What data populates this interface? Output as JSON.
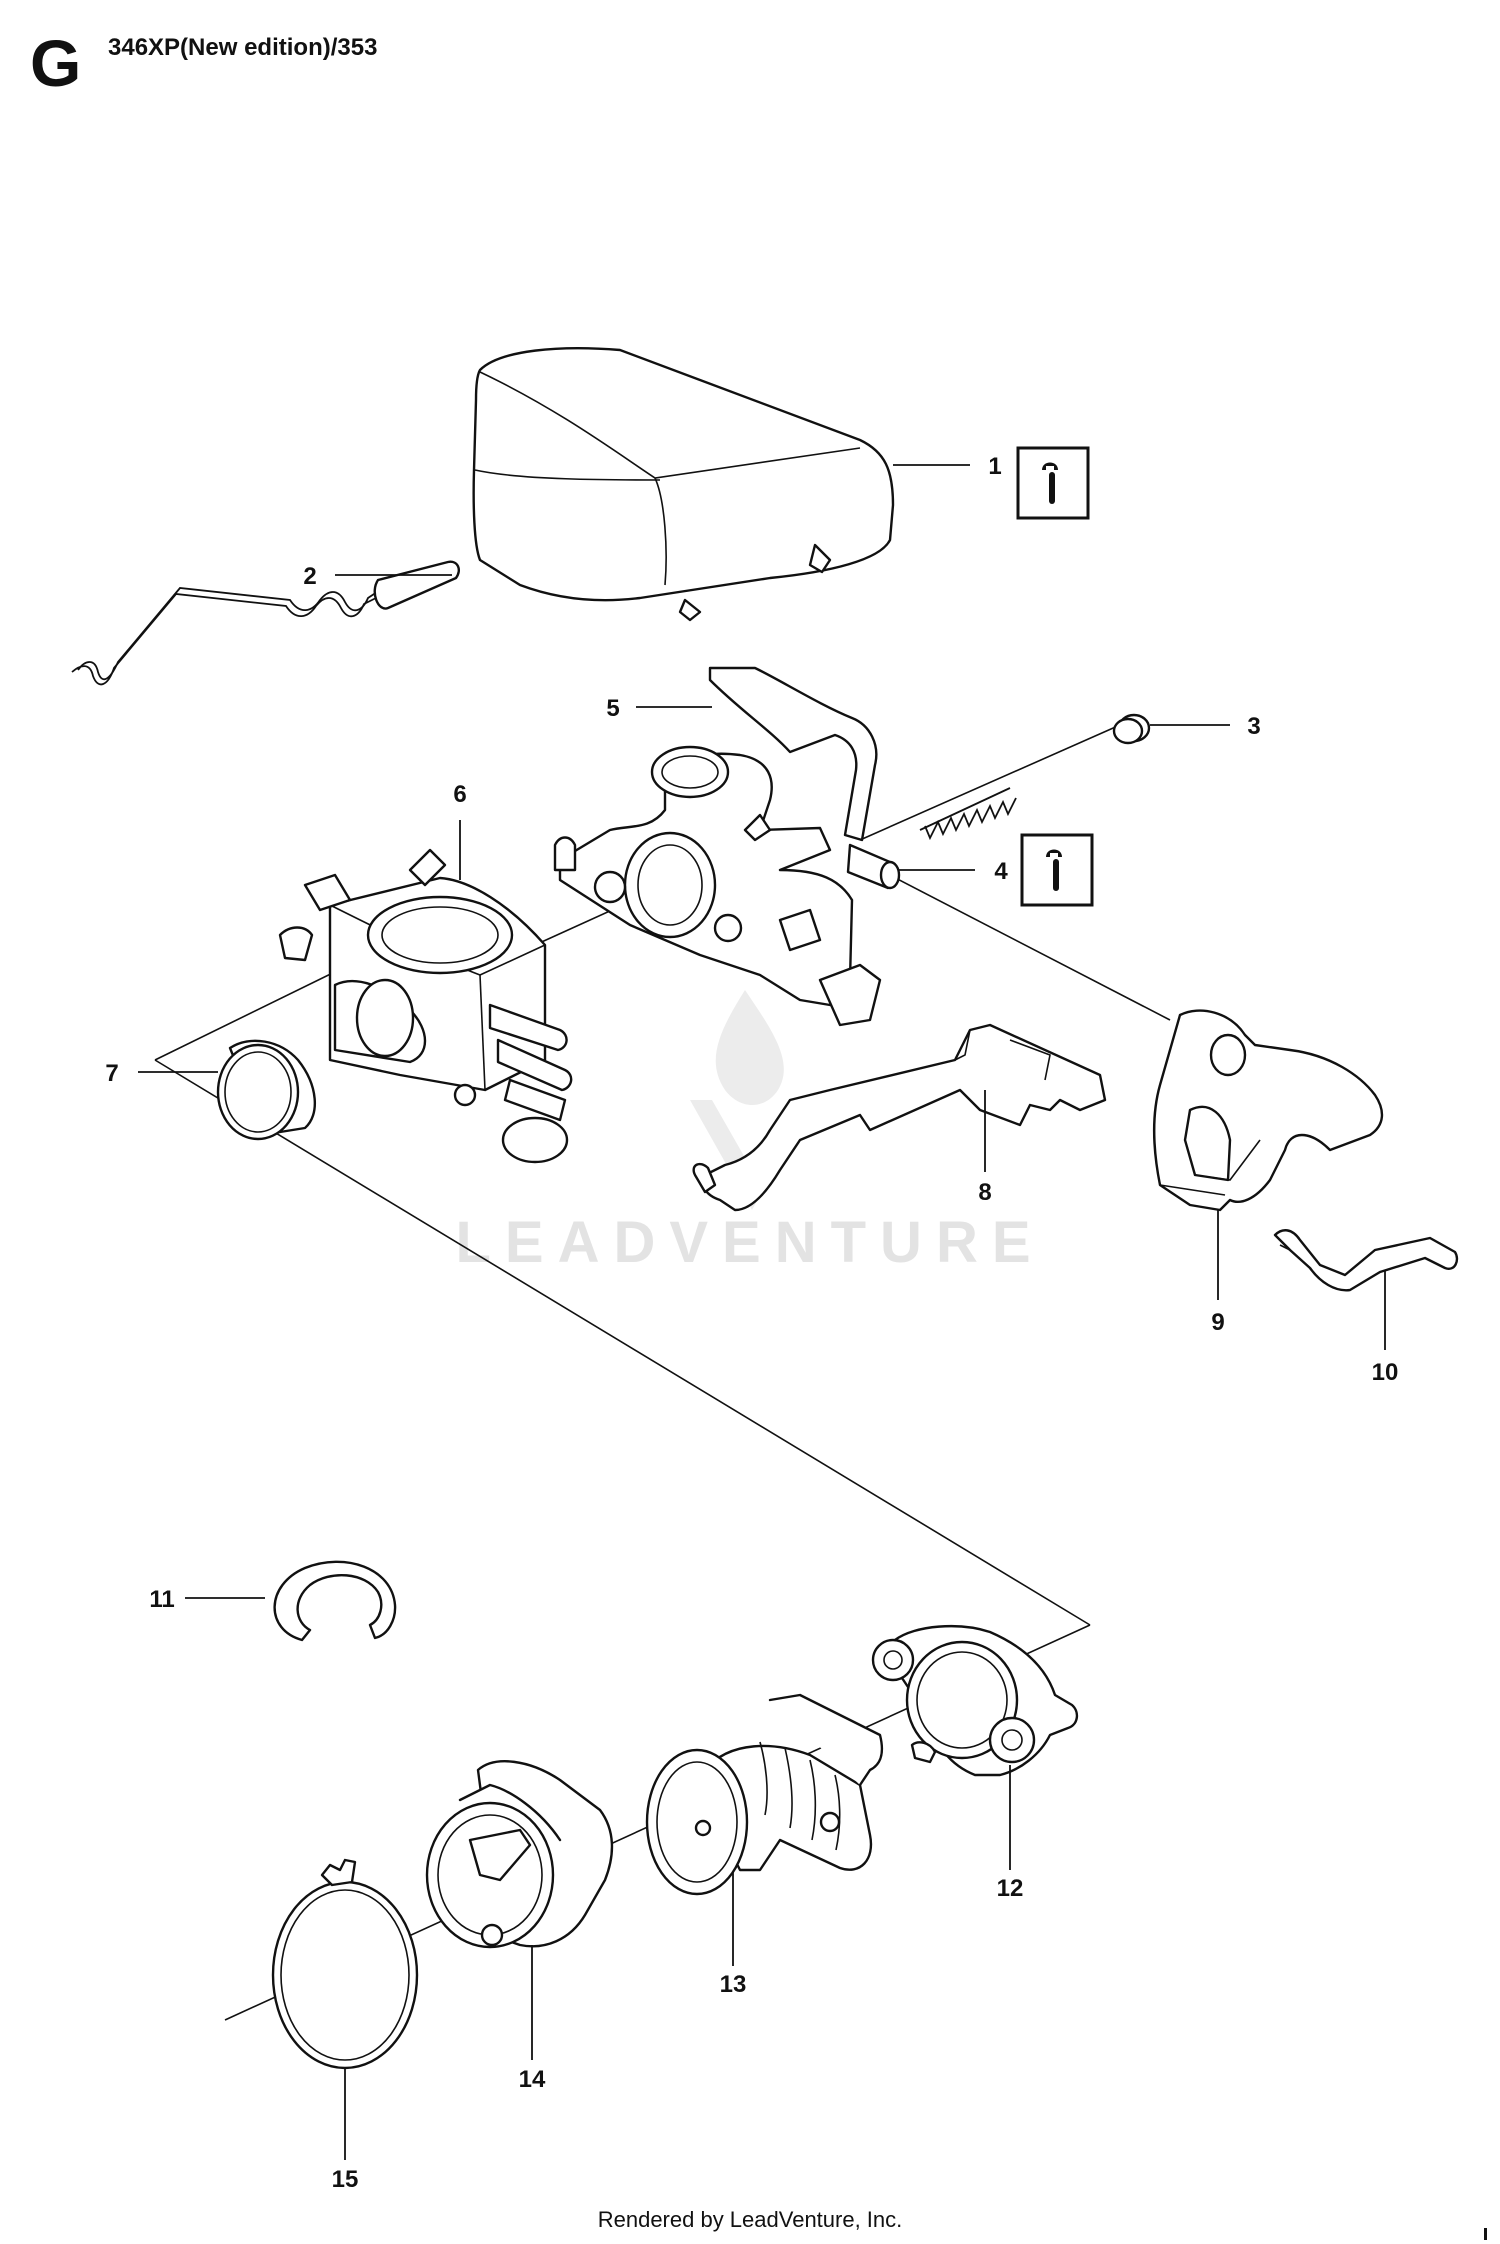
{
  "header": {
    "section_letter": "G",
    "title": "346XP(New edition)/353"
  },
  "watermark": {
    "brand": "LEADVENTURE"
  },
  "callouts": [
    {
      "number": "1",
      "info_icon": true
    },
    {
      "number": "2"
    },
    {
      "number": "3"
    },
    {
      "number": "4",
      "info_icon": true
    },
    {
      "number": "5"
    },
    {
      "number": "6"
    },
    {
      "number": "7"
    },
    {
      "number": "8"
    },
    {
      "number": "9"
    },
    {
      "number": "10"
    },
    {
      "number": "11"
    },
    {
      "number": "12"
    },
    {
      "number": "13"
    },
    {
      "number": "14"
    },
    {
      "number": "15"
    }
  ],
  "footer": {
    "text": "Rendered by LeadVenture, Inc."
  }
}
